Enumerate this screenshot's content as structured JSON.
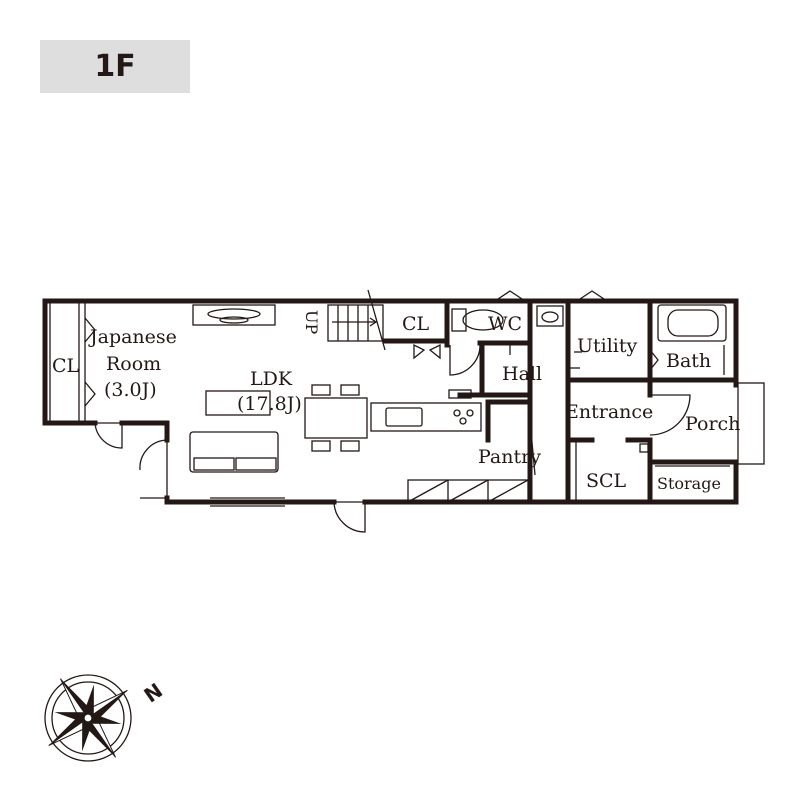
{
  "floor": {
    "label": "1F"
  },
  "rooms": {
    "cl_left": "CL",
    "japanese_room": "Japanese",
    "japanese_room_2": "Room",
    "japanese_size": "(3.0J)",
    "ldk": "LDK",
    "ldk_size": "(17.8J)",
    "up": "UP",
    "cl_top": "CL",
    "wc": "WC",
    "utility": "Utility",
    "bath": "Bath",
    "hall": "Hall",
    "entrance": "Entrance",
    "porch": "Porch",
    "pantry": "Pantry",
    "scl": "SCL",
    "storage": "Storage"
  },
  "compass": {
    "north_label": "N"
  },
  "colors": {
    "ink": "#231815",
    "badge": "#dedede"
  }
}
